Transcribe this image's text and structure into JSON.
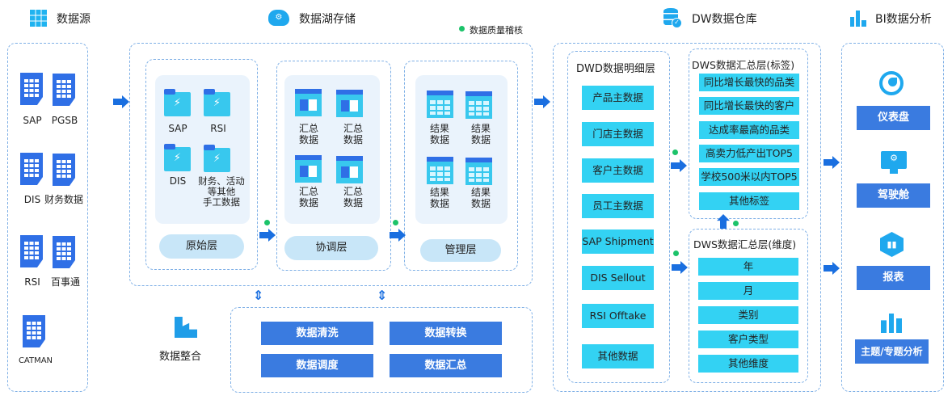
{
  "headers": {
    "source": "数据源",
    "lake": "数据湖存储",
    "quality": "数据质量稽核",
    "dw": "DW数据仓库",
    "bi": "BI数据分析"
  },
  "sources": [
    "SAP",
    "PGSB",
    "DIS",
    "财务数据",
    "RSI",
    "百事通",
    "CATMAN"
  ],
  "lake": {
    "raw": {
      "items": [
        "SAP",
        "RSI",
        "DIS",
        "财务、活动\n等其他\n手工数据"
      ],
      "label": "原始层"
    },
    "coord": {
      "items": [
        "汇总\n数据",
        "汇总\n数据",
        "汇总\n数据",
        "汇总\n数据"
      ],
      "label": "协调层"
    },
    "manage": {
      "items": [
        "结果\n数据",
        "结果\n数据",
        "结果\n数据",
        "结果\n数据"
      ],
      "label": "管理层"
    }
  },
  "integration": {
    "label": "数据整合",
    "buttons": [
      "数据清洗",
      "数据转换",
      "数据调度",
      "数据汇总"
    ]
  },
  "dwd": {
    "title": "DWD数据明细层",
    "items": [
      "产品主数据",
      "门店主数据",
      "客户主数据",
      "员工主数据",
      "SAP Shipment",
      "DIS Sellout",
      "RSI Offtake",
      "其他数据"
    ]
  },
  "dws_tags": {
    "title": "DWS数据汇总层(标签)",
    "items": [
      "同比增长最快的品类",
      "同比增长最快的客户",
      "达成率最高的品类",
      "高卖力低产出TOP5",
      "学校500米以内TOP5",
      "其他标签"
    ]
  },
  "dws_dims": {
    "title": "DWS数据汇总层(维度)",
    "items": [
      "年",
      "月",
      "类别",
      "客户类型",
      "其他维度"
    ]
  },
  "bi": {
    "items": [
      {
        "label": "仪表盘",
        "icon": "gauge-icon"
      },
      {
        "label": "驾驶舱",
        "icon": "monitor-icon"
      },
      {
        "label": "报表",
        "icon": "report-icon"
      },
      {
        "label": "主题/专题分析",
        "icon": "bar-chart-icon"
      }
    ]
  },
  "colors": {
    "accent": "#1a6fe0",
    "cyan": "#33d2f3",
    "button": "#3a7be0",
    "quality_dot": "#1cc36a"
  }
}
